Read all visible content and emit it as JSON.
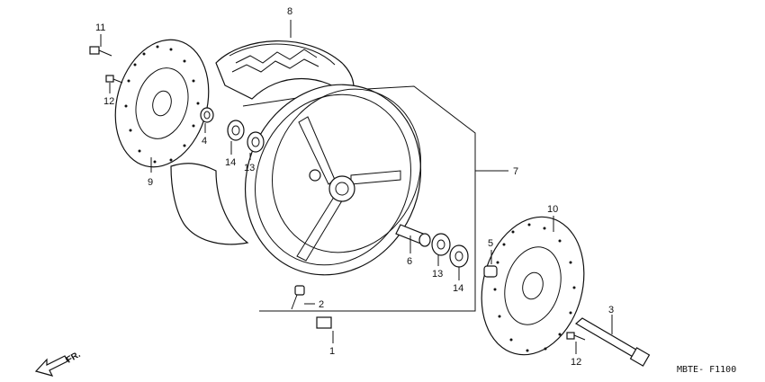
{
  "callouts": [
    {
      "id": "c1",
      "label": "1"
    },
    {
      "id": "c2",
      "label": "2"
    },
    {
      "id": "c3",
      "label": "3"
    },
    {
      "id": "c4",
      "label": "4"
    },
    {
      "id": "c5",
      "label": "5"
    },
    {
      "id": "c6",
      "label": "6"
    },
    {
      "id": "c7",
      "label": "7"
    },
    {
      "id": "c8",
      "label": "8"
    },
    {
      "id": "c9",
      "label": "9"
    },
    {
      "id": "c10",
      "label": "10"
    },
    {
      "id": "c11",
      "label": "11"
    },
    {
      "id": "c12a",
      "label": "12"
    },
    {
      "id": "c12b",
      "label": "12"
    },
    {
      "id": "c13a",
      "label": "13"
    },
    {
      "id": "c13b",
      "label": "13"
    },
    {
      "id": "c14a",
      "label": "14"
    },
    {
      "id": "c14b",
      "label": "14"
    }
  ],
  "direction_label": "FR.",
  "diagram_code": "MBTE- F1100"
}
